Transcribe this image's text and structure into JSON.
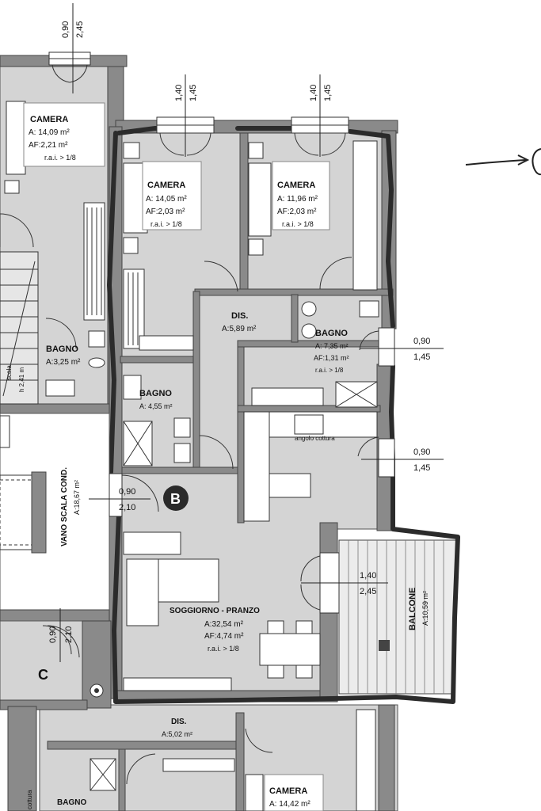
{
  "rooms": {
    "camera_top_left": {
      "name": "CAMERA",
      "area": "A: 14,09 m²",
      "af": "AF:2,21 m²",
      "rai": "r.a.i. > 1/8"
    },
    "camera_mid": {
      "name": "CAMERA",
      "area": "A: 14,05 m²",
      "af": "AF:2,03 m²",
      "rai": "r.a.i. > 1/8"
    },
    "camera_right": {
      "name": "CAMERA",
      "area": "A: 11,96 m²",
      "af": "AF:2,03 m²",
      "rai": "r.a.i. > 1/8"
    },
    "dis_upper": {
      "name": "DIS.",
      "area": "A:5,89 m²"
    },
    "bagno_right": {
      "name": "BAGNO",
      "area": "A: 7,35 m²",
      "af": "AF:1,31 m²",
      "rai": "r.a.i. > 1/8"
    },
    "bagno_left": {
      "name": "BAGNO",
      "area": "A:3,25 m²"
    },
    "bagno_mid": {
      "name": "BAGNO",
      "area": "A: 4,55 m²"
    },
    "vano_scala": {
      "name": "VANO SCALA COND.",
      "area": "A:18,67 m²"
    },
    "soggiorno": {
      "name": "SOGGIORNO - PRANZO",
      "area": "A:32,54 m²",
      "af": "AF:4,74 m²",
      "rai": "r.a.i. > 1/8"
    },
    "balcone": {
      "name": "BALCONE",
      "area": "A:10,59 m²"
    },
    "dis_lower": {
      "name": "DIS.",
      "area": "A:5,02 m²"
    },
    "camera_bottom": {
      "name": "CAMERA",
      "area": "A: 14,42 m²"
    },
    "bagno_bottom": {
      "name": "BAGNO"
    }
  },
  "units": {
    "b": "B",
    "c": "C"
  },
  "dimensions": {
    "top_left": {
      "w": "0,90",
      "h": "2,45"
    },
    "top_mid": {
      "w": "1,40",
      "h": "1,45"
    },
    "top_right": {
      "w": "1,40",
      "h": "1,45"
    },
    "right_upper": {
      "w": "0,90",
      "h": "1,45"
    },
    "right_lower": {
      "w": "0,90",
      "h": "1,45"
    },
    "entry": {
      "w": "0,90",
      "h": "2,10"
    },
    "balcone_door": {
      "w": "1,40",
      "h": "2,45"
    },
    "lower_door": {
      "w": "0,90",
      "h": "2,10"
    }
  },
  "misc": {
    "angolo_cottura": "angolo cottura",
    "scala_note": "scala",
    "scala_note_2": "h 2,41 m",
    "cottura_bottom": "cottura"
  },
  "annotations": {
    "arrow": "→"
  }
}
